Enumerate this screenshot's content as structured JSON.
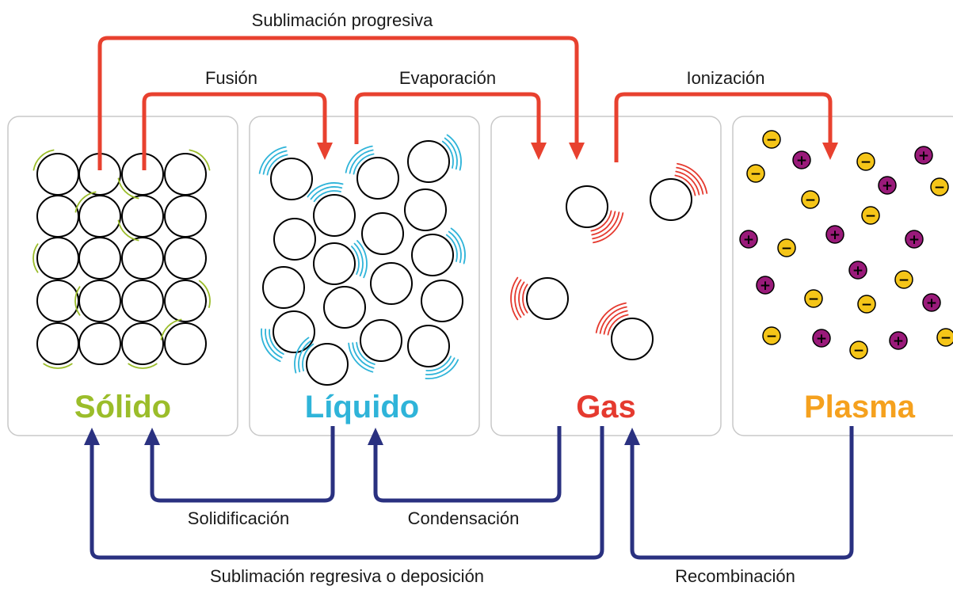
{
  "colors": {
    "solid": "#9bbd2a",
    "liquid": "#2fb4d9",
    "gas": "#e53a2f",
    "plasma": "#f5a11e",
    "forward_arrow": "#e8412f",
    "reverse_arrow": "#2a3180",
    "ion_positive": "#9a1a7a",
    "ion_negative": "#f5c518"
  },
  "states": {
    "solid": "Sólido",
    "liquid": "Líquido",
    "gas": "Gas",
    "plasma": "Plasma"
  },
  "transitions": {
    "sublimacion_progresiva": "Sublimación progresiva",
    "fusion": "Fusión",
    "evaporacion": "Evaporación",
    "ionizacion": "Ionización",
    "solidificacion": "Solidificación",
    "condensacion": "Condensación",
    "sublimacion_regresiva": "Sublimación regresiva o deposición",
    "recombinacion": "Recombinación"
  },
  "ion_signs": {
    "positive": "+",
    "negative": "−"
  }
}
